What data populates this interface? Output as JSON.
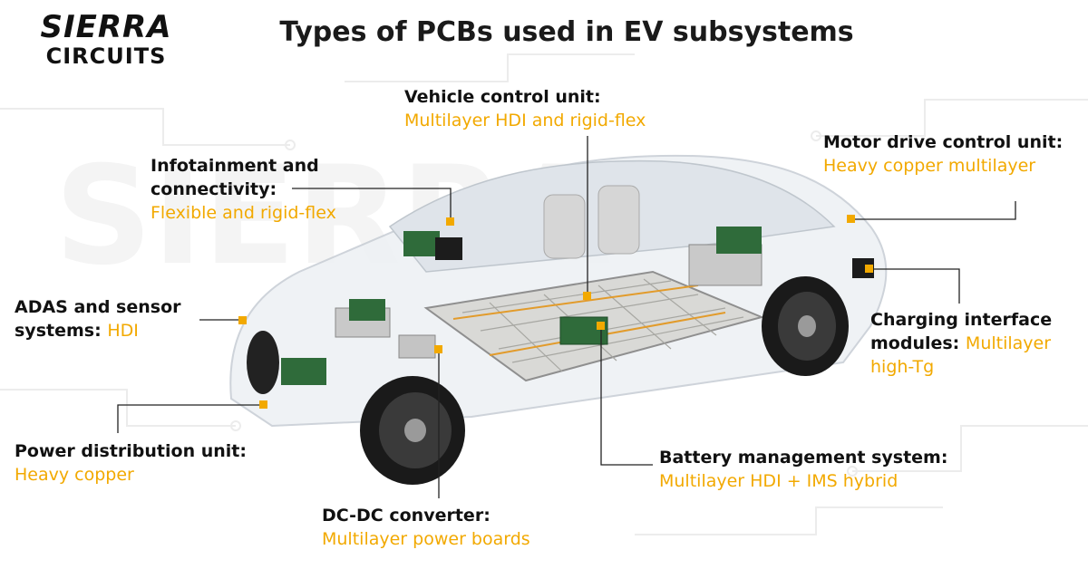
{
  "logo": {
    "line1": "SIERRA",
    "line2": "CIRCUITS"
  },
  "title": "Types of PCBs used in EV subsystems",
  "callouts": [
    {
      "id": "vcu",
      "name": "Vehicle control unit:",
      "value": "Multilayer HDI and rigid-flex"
    },
    {
      "id": "motor",
      "name": "Motor drive control unit:",
      "value": "Heavy copper multilayer"
    },
    {
      "id": "infotainment",
      "name": "Infotainment and connectivity:",
      "value": "Flexible and rigid-flex"
    },
    {
      "id": "adas",
      "name": "ADAS and sensor systems:",
      "value": "HDI"
    },
    {
      "id": "charging",
      "name": "Charging interface modules:",
      "value": "Multilayer high-Tg"
    },
    {
      "id": "pdu",
      "name": "Power distribution unit:",
      "value": "Heavy copper"
    },
    {
      "id": "bms",
      "name": "Battery management system:",
      "value": "Multilayer HDI + IMS hybrid"
    },
    {
      "id": "dcdc",
      "name": "DC-DC converter:",
      "value": "Multilayer power boards"
    }
  ],
  "colors": {
    "accent": "#f2a900",
    "text": "#111111",
    "leader": "#222222"
  }
}
